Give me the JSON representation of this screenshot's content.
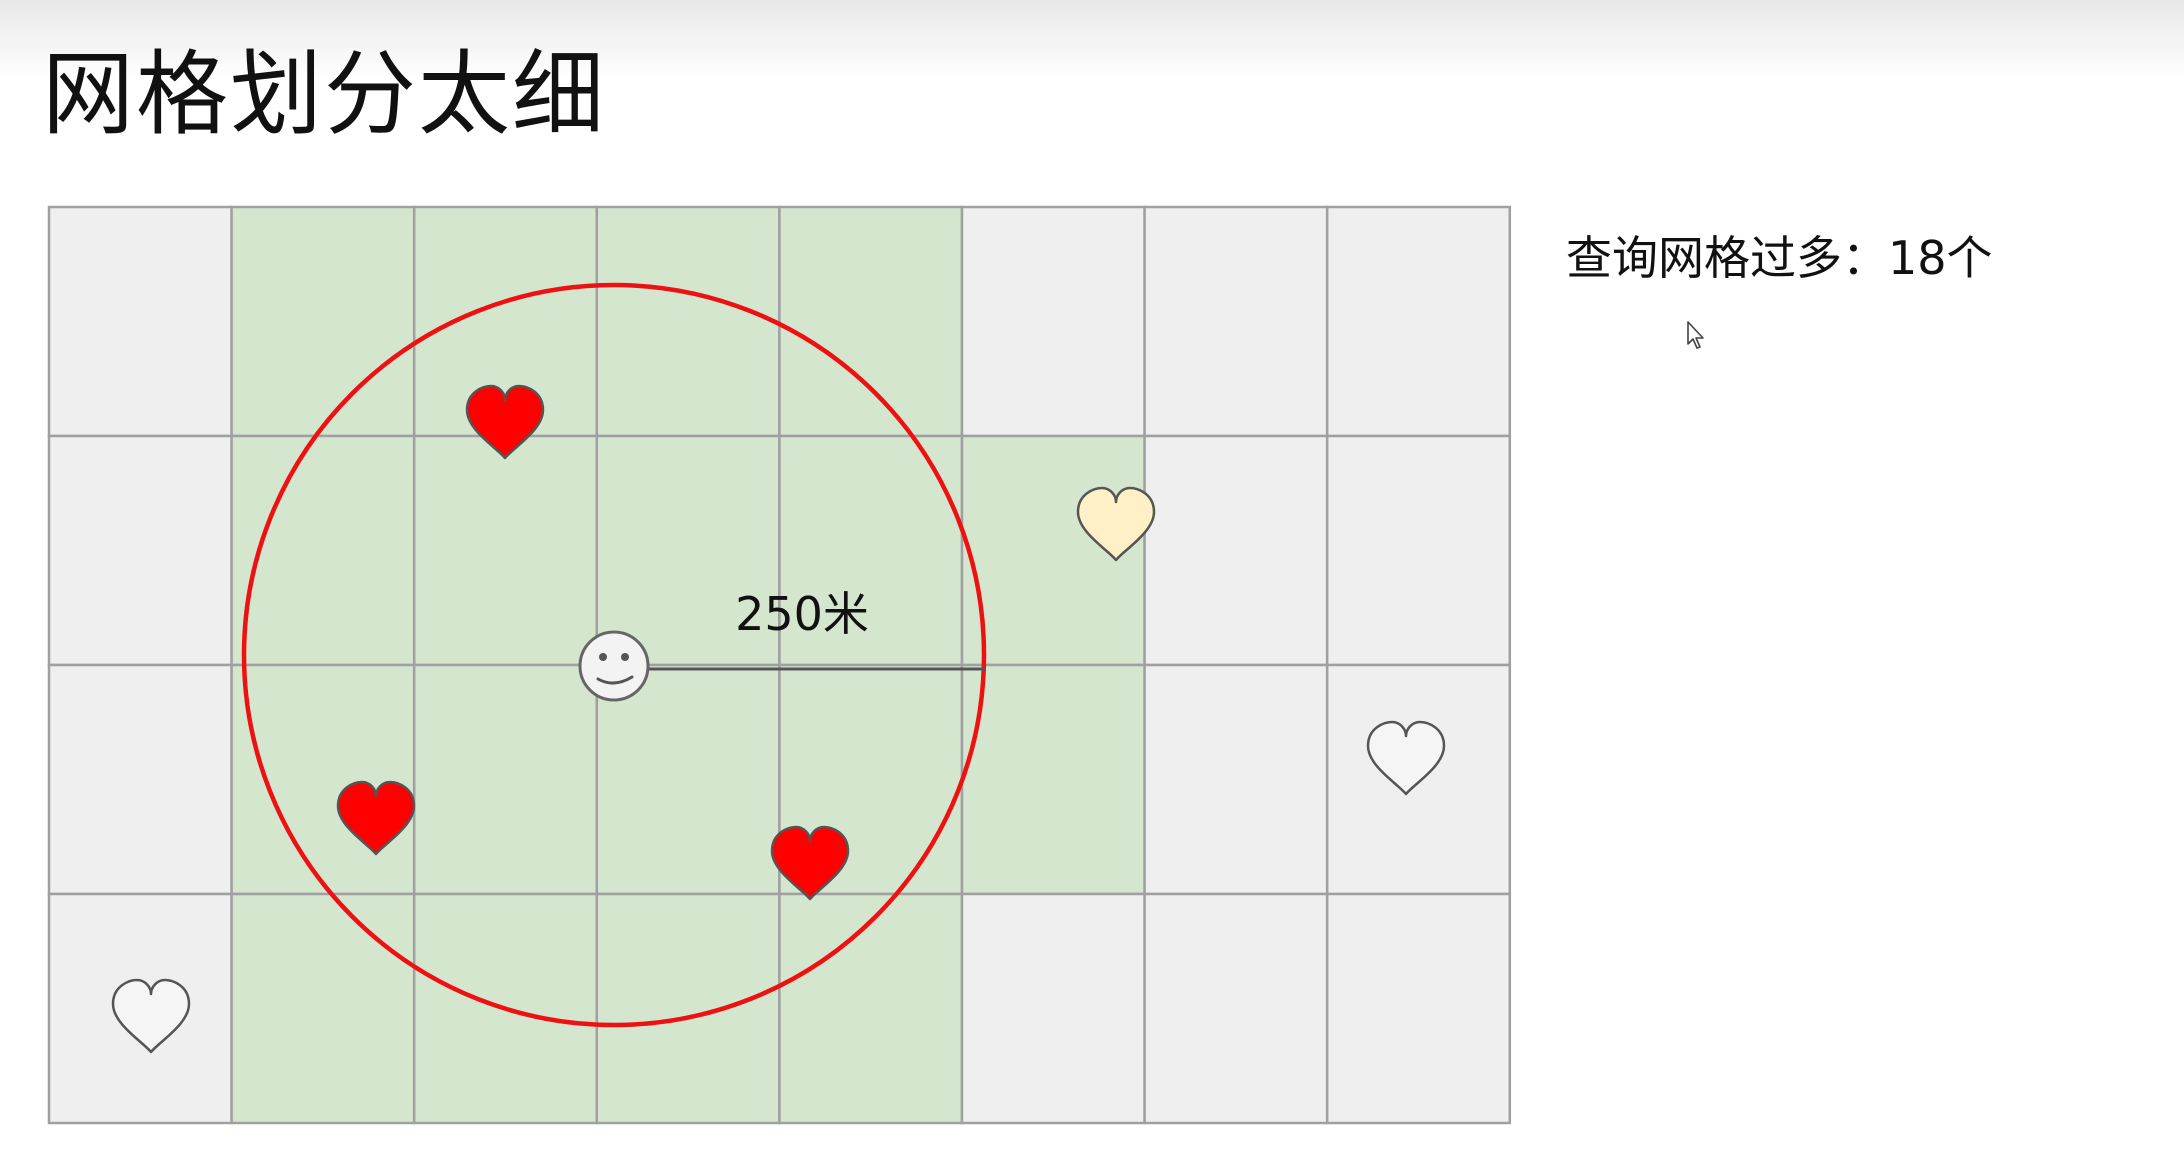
{
  "slide": {
    "title": "网格划分太细"
  },
  "note": {
    "text": "查询网格过多：18个"
  },
  "diagram": {
    "grid": {
      "columns": 8,
      "rows": 4,
      "highlighted_cells": [
        [
          0,
          1
        ],
        [
          0,
          2
        ],
        [
          0,
          3
        ],
        [
          0,
          4
        ],
        [
          1,
          1
        ],
        [
          1,
          2
        ],
        [
          1,
          3
        ],
        [
          1,
          4
        ],
        [
          1,
          5
        ],
        [
          2,
          1
        ],
        [
          2,
          2
        ],
        [
          2,
          3
        ],
        [
          2,
          4
        ],
        [
          2,
          5
        ],
        [
          3,
          1
        ],
        [
          3,
          2
        ],
        [
          3,
          3
        ],
        [
          3,
          4
        ]
      ],
      "cell_color": "#efefef",
      "highlight_color": "#d5e6cf",
      "line_color": "#a0a0a0"
    },
    "search_circle": {
      "color": "#ee1111"
    },
    "radius_label": "250米",
    "user_icon": "smiley-face-icon",
    "hearts": [
      {
        "name": "heart-red-icon",
        "fill": "#ff0000"
      },
      {
        "name": "heart-red-icon",
        "fill": "#ff0000"
      },
      {
        "name": "heart-red-icon",
        "fill": "#ff0000"
      },
      {
        "name": "heart-yellow-icon",
        "fill": "#fff0c8"
      },
      {
        "name": "heart-outline-icon",
        "fill": "#f5f5f5"
      },
      {
        "name": "heart-outline-icon",
        "fill": "#f5f5f5"
      }
    ]
  }
}
